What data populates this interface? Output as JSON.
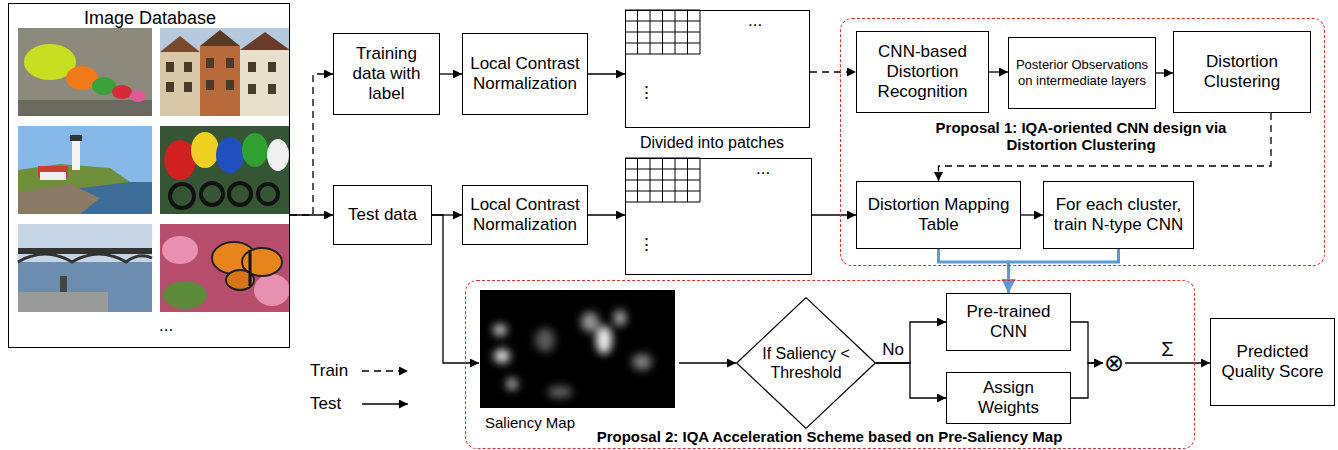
{
  "diagram": {
    "nodes": [
      {
        "text": [
          "Image Database",
          "..."
        ]
      },
      {
        "text": [
          "Training data with label"
        ]
      },
      {
        "text": [
          "Local Contrast Normalization"
        ]
      },
      {
        "text": [
          "...",
          "⋮",
          "Divided into patches"
        ]
      },
      {
        "text": [
          "Proposal 1: IQA-oriented CNN design via Distortion Clustering"
        ]
      },
      {
        "text": [
          "CNN-based Distortion Recognition"
        ],
        "in": 4
      },
      {
        "text": [
          "Posterior Observations on intermediate layers"
        ],
        "in": 4
      },
      {
        "text": [
          "Distortion Clustering"
        ],
        "in": 4
      },
      {
        "text": [
          "Test data"
        ]
      },
      {
        "text": [
          "Local Contrast Normalization"
        ]
      },
      {
        "text": [
          "...",
          "⋮"
        ]
      },
      {
        "text": [
          "Distortion Mapping Table"
        ],
        "in": 4
      },
      {
        "text": [
          "For each cluster, train N-type CNN"
        ],
        "in": 4
      },
      {
        "text": [
          "Proposal 2: IQA Acceleration Scheme based on Pre-Saliency Map"
        ]
      },
      {
        "text": [
          "Saliency Map"
        ],
        "in": 13
      },
      {
        "text": [
          "If Saliency < Threshold"
        ],
        "in": 13
      },
      {
        "text": [
          "Pre-trained CNN"
        ],
        "in": 13
      },
      {
        "text": [
          "Assign Weights"
        ],
        "in": 13
      },
      {
        "text": [
          "⊗"
        ],
        "in": 13
      },
      {
        "text": [
          "Predicted Quality Score"
        ]
      }
    ],
    "edges": [
      {
        "from": 0,
        "to": 1,
        "arrow": "to"
      },
      {
        "from": 0,
        "to": 8,
        "arrow": "to"
      },
      {
        "from": 1,
        "to": 2,
        "arrow": "to"
      },
      {
        "from": 2,
        "to": 3,
        "arrow": "to"
      },
      {
        "from": 3,
        "to": 5,
        "arrow": "to"
      },
      {
        "from": 5,
        "to": 6,
        "arrow": "to"
      },
      {
        "from": 6,
        "to": 7,
        "arrow": "to"
      },
      {
        "from": 7,
        "to": 11,
        "arrow": "to"
      },
      {
        "from": 8,
        "to": 9,
        "arrow": "to"
      },
      {
        "from": 9,
        "to": 10,
        "arrow": "to"
      },
      {
        "from": 10,
        "to": 11,
        "arrow": "to"
      },
      {
        "from": 11,
        "to": 12,
        "arrow": "to"
      },
      {
        "from": 8,
        "to": 14,
        "arrow": "to"
      },
      {
        "from": 14,
        "to": 15,
        "arrow": "to"
      },
      {
        "from": 15,
        "to": 16,
        "label": "No",
        "arrow": "to"
      },
      {
        "from": 15,
        "to": 17,
        "arrow": "to"
      },
      {
        "from": 11,
        "to": 16,
        "arrow": "to"
      },
      {
        "from": 12,
        "to": 16,
        "arrow": "to"
      },
      {
        "from": 16,
        "to": 18,
        "arrow": "to"
      },
      {
        "from": 17,
        "to": 18,
        "arrow": "to"
      },
      {
        "from": 18,
        "to": 19,
        "label": "Σ",
        "arrow": "to"
      }
    ],
    "legend": [
      {
        "text": "Train"
      },
      {
        "text": "Test"
      }
    ]
  }
}
